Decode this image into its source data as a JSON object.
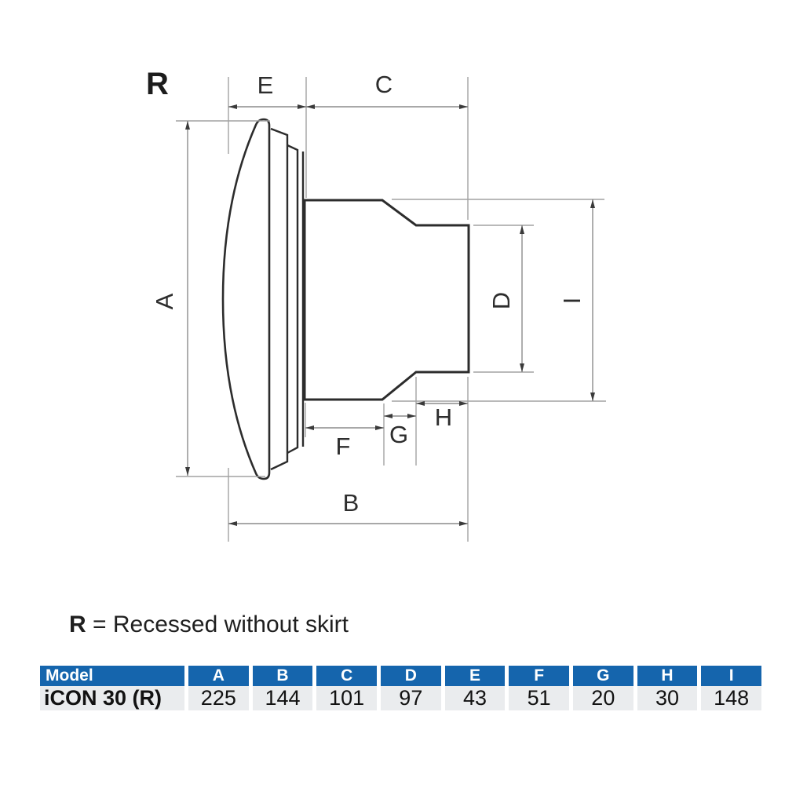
{
  "diagram": {
    "variant_label": "R",
    "dim_labels": {
      "A": "A",
      "B": "B",
      "C": "C",
      "D": "D",
      "E": "E",
      "F": "F",
      "G": "G",
      "H": "H",
      "I": "I"
    },
    "colors": {
      "outline": "#2c2c2c",
      "dim_line": "#8b8b8b",
      "ext_line": "#a2a2a2",
      "arrow": "#3a3a3a"
    }
  },
  "note": {
    "symbol": "R",
    "text": "= Recessed without skirt"
  },
  "table": {
    "headers": [
      "Model",
      "A",
      "B",
      "C",
      "D",
      "E",
      "F",
      "G",
      "H",
      "I"
    ],
    "rows": [
      {
        "model": "iCON 30 (R)",
        "values": [
          "225",
          "144",
          "101",
          "97",
          "43",
          "51",
          "20",
          "30",
          "148"
        ]
      }
    ],
    "colors": {
      "header_bg": "#1565ad",
      "header_text": "#ffffff",
      "row_bg": "#eaecee"
    }
  }
}
